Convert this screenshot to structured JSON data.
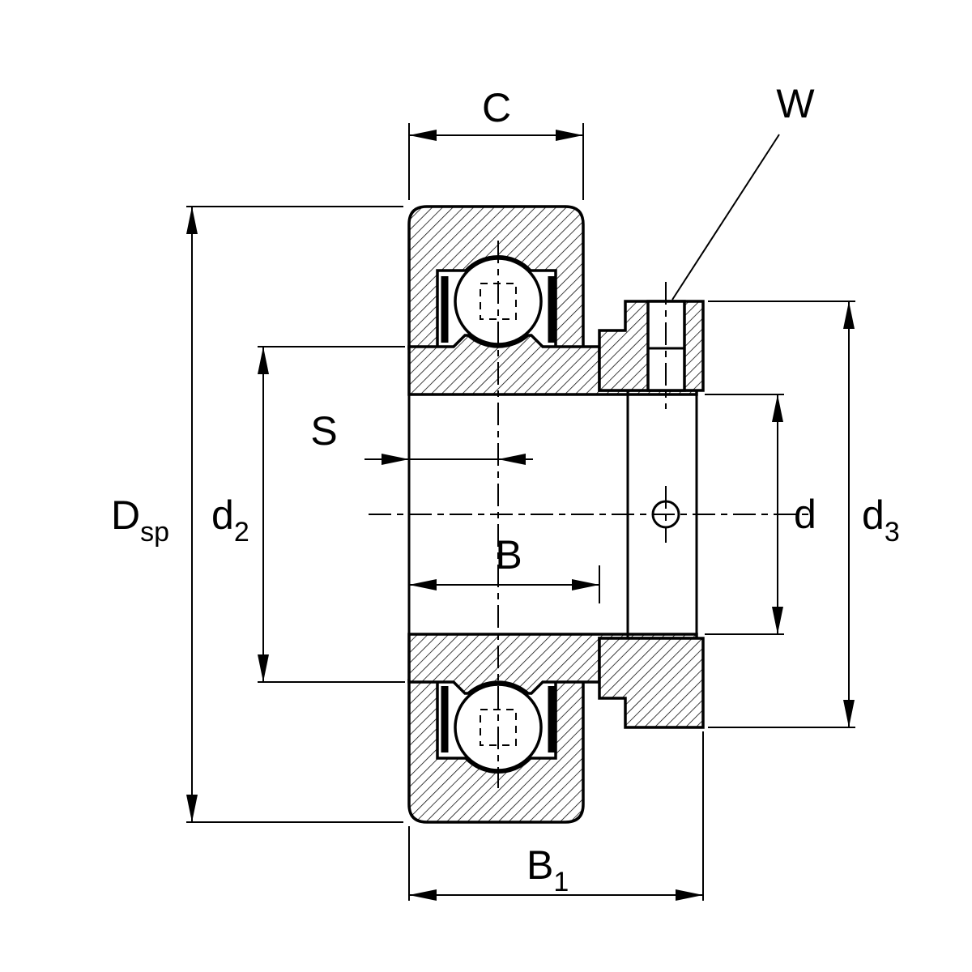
{
  "diagram": {
    "title": "bearing-cross-section-dimension-drawing",
    "labels": {
      "c": "C",
      "w": "W",
      "s": "S",
      "b": "B",
      "b1_base": "B",
      "b1_sub": "1",
      "dsp_base": "D",
      "dsp_sub": "sp",
      "d2_base": "d",
      "d2_sub": "2",
      "d": "d",
      "d3_base": "d",
      "d3_sub": "3"
    },
    "colors": {
      "line": "#000000",
      "background": "#ffffff"
    }
  }
}
